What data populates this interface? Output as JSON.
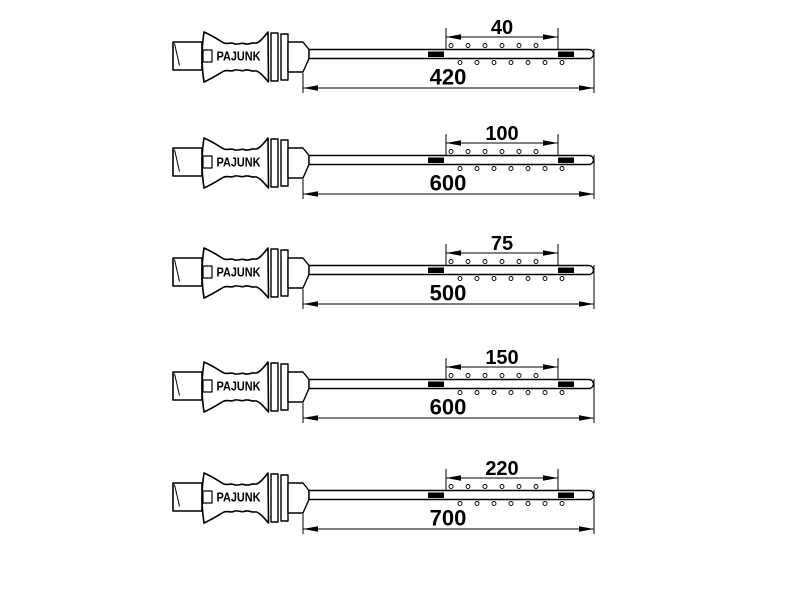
{
  "colors": {
    "background": "#ffffff",
    "ink": "#000000"
  },
  "brand_label": "PAJUNK",
  "devices": [
    {
      "segment_length": "40",
      "total_length": "420"
    },
    {
      "segment_length": "100",
      "total_length": "600"
    },
    {
      "segment_length": "75",
      "total_length": "500"
    },
    {
      "segment_length": "150",
      "total_length": "600"
    },
    {
      "segment_length": "220",
      "total_length": "700"
    }
  ]
}
